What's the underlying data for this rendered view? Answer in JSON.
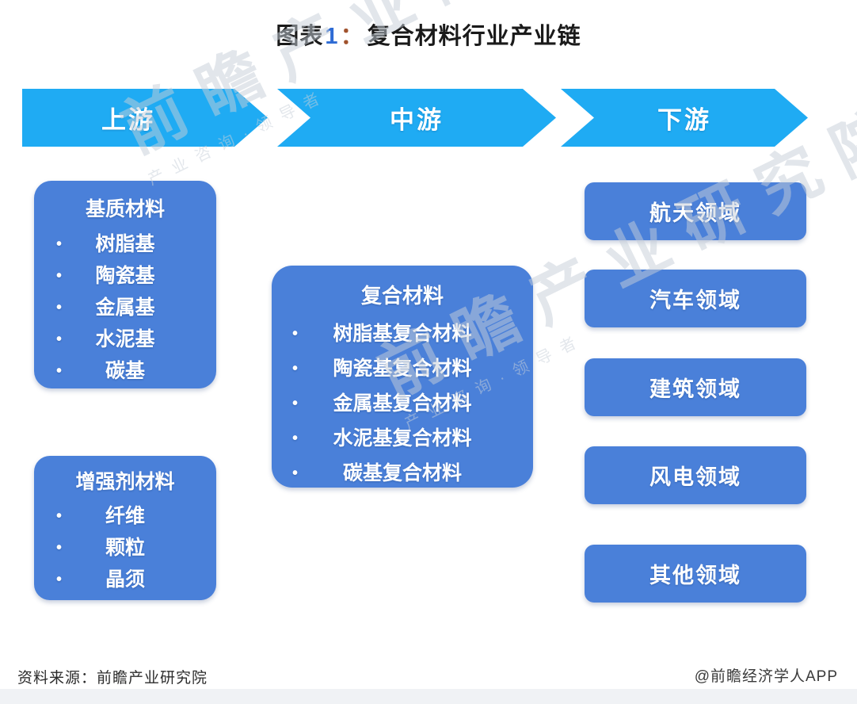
{
  "title": {
    "prefix": "图表",
    "number": "1",
    "colon": "：",
    "text": "复合材料行业产业链"
  },
  "banners": [
    {
      "label": "上游"
    },
    {
      "label": "中游"
    },
    {
      "label": "下游"
    }
  ],
  "bullet": "•",
  "upstream": {
    "boxes": [
      {
        "header": "基质材料",
        "items": [
          "树脂基",
          "陶瓷基",
          "金属基",
          "水泥基",
          "碳基"
        ]
      },
      {
        "header": "增强剂材料",
        "items": [
          "纤维",
          "颗粒",
          "晶须"
        ]
      }
    ]
  },
  "midstream": {
    "box": {
      "header": "复合材料",
      "items": [
        "树脂基复合材料",
        "陶瓷基复合材料",
        "金属基复合材料",
        "水泥基复合材料",
        "碳基复合材料"
      ]
    }
  },
  "downstream": {
    "boxes": [
      "航天领域",
      "汽车领域",
      "建筑领域",
      "风电领域",
      "其他领域"
    ]
  },
  "watermark": {
    "text": "前瞻产业研究院",
    "subtext": "产业咨询·领导者"
  },
  "footer": {
    "source": "资料来源：前瞻产业研究院",
    "brand": "@前瞻经济学人APP"
  },
  "colors": {
    "banner_blue": "#1fabf3",
    "box_blue": "#4a80d9",
    "title_number_blue": "#2e6bd4",
    "title_colon_orange": "#a0522d",
    "watermark_gray": "#c6cfd9",
    "footer_band_gray": "#f0f2f5"
  }
}
